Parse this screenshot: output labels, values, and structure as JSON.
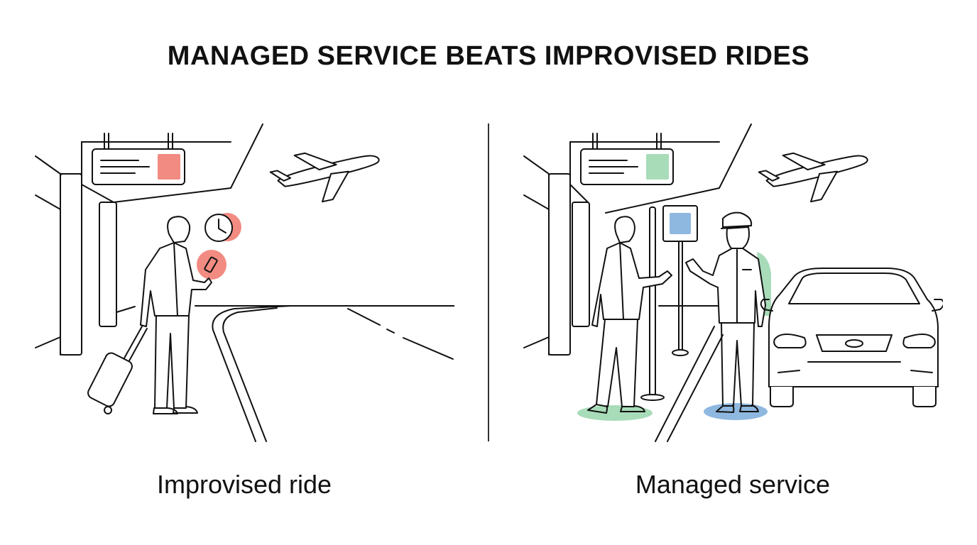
{
  "title": "MANAGED SERVICE BEATS IMPROVISED RIDES",
  "left": {
    "caption": "Improvised ride",
    "sign_indicator_color": "#f28b82",
    "alert_color": "#f28b82"
  },
  "right": {
    "caption": "Managed service",
    "sign_indicator_color": "#a8dcb9",
    "pickup_sign_color": "#8fb8e0",
    "traveler_shadow_color": "#a8dcb9",
    "chauffeur_shadow_color": "#8fb8e0"
  }
}
